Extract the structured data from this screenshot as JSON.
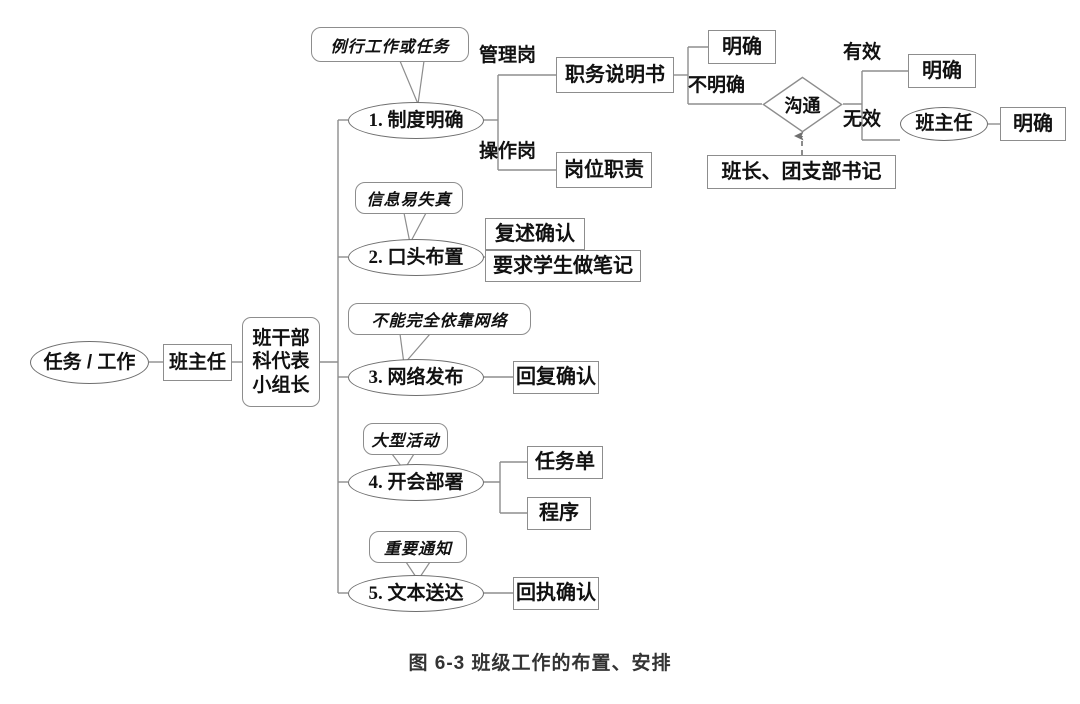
{
  "figure": {
    "caption": "图 6-3    班级工作的布置、安排",
    "caption_number": "图 6-3",
    "caption_title": "班级工作的布置、安排",
    "background_color": "#ffffff",
    "line_color": "#8d8d8d",
    "text_color": "#111111"
  },
  "diagram": {
    "type": "flowchart",
    "orientation": "left-to-right tree with one decision branch",
    "root": {
      "label": "任务 / 工作",
      "shape": "ellipse"
    },
    "chain": [
      {
        "label": "班主任",
        "shape": "rect"
      },
      {
        "label": "班干部\n科代表\n小组长",
        "shape": "rounded-rect"
      }
    ],
    "branches": [
      {
        "index": "1",
        "label": "1. 制度明确",
        "shape": "ellipse",
        "callout": "例行工作或任务",
        "children": [
          {
            "edge_label": "管理岗",
            "label": "职务说明书",
            "shape": "rect",
            "children": [
              {
                "edge_label": "明确",
                "label": "明确",
                "shape": "rect"
              },
              {
                "edge_label": "不明确",
                "label": "沟通",
                "shape": "diamond"
              }
            ]
          },
          {
            "edge_label": "操作岗",
            "label": "岗位职责",
            "shape": "rect",
            "children": []
          }
        ]
      },
      {
        "index": "2",
        "label": "2. 口头布置",
        "shape": "ellipse",
        "callout": "信息易失真",
        "children": [
          {
            "label": "复述确认",
            "shape": "rect"
          },
          {
            "label": "要求学生做笔记",
            "shape": "rect"
          }
        ]
      },
      {
        "index": "3",
        "label": "3. 网络发布",
        "shape": "ellipse",
        "callout": "不能完全依靠网络",
        "children": [
          {
            "label": "回复确认",
            "shape": "rect"
          }
        ]
      },
      {
        "index": "4",
        "label": "4. 开会部署",
        "shape": "ellipse",
        "callout": "大型活动",
        "children": [
          {
            "label": "任务单",
            "shape": "rect"
          },
          {
            "label": "程序",
            "shape": "rect"
          }
        ]
      },
      {
        "index": "5",
        "label": "5. 文本送达",
        "shape": "ellipse",
        "callout": "重要通知",
        "children": [
          {
            "label": "回执确认",
            "shape": "rect"
          }
        ]
      }
    ],
    "decision": {
      "label": "沟通",
      "shape": "diamond",
      "input_edge_label": "不明确",
      "actor_input": {
        "label": "班长、团支部书记",
        "shape": "rect",
        "connector": "dashed-arrow-up"
      },
      "outcomes": [
        {
          "edge_label": "有效",
          "label": "明确",
          "shape": "rect"
        },
        {
          "edge_label": "无效",
          "label": "班主任",
          "shape": "ellipse",
          "then": {
            "label": "明确",
            "shape": "rect"
          }
        }
      ]
    }
  }
}
